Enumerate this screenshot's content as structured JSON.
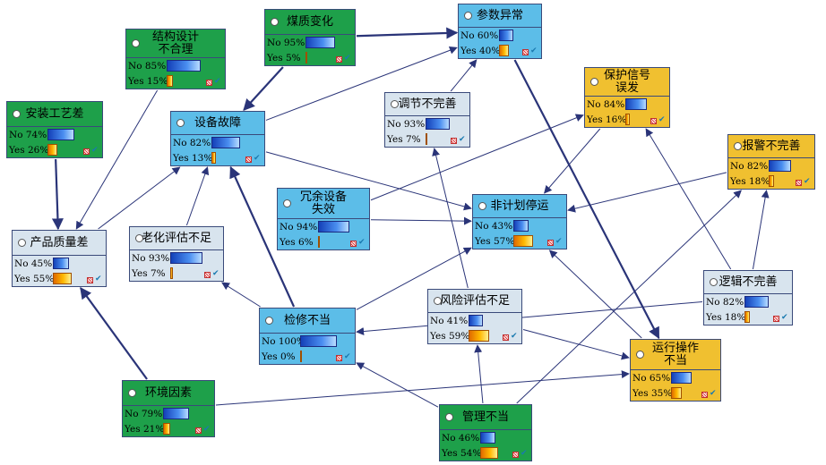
{
  "nodes": [
    {
      "id": "anzhuang",
      "label": "安装工艺差",
      "no": "No 74%",
      "yes": "Yes 26%",
      "no_pct": 74,
      "yes_pct": 26,
      "color": "#1ea04a"
    },
    {
      "id": "jiegou",
      "label": "结构设计\n不合理",
      "no": "No 85%",
      "yes": "Yes 15%",
      "no_pct": 85,
      "yes_pct": 15,
      "color": "#1ea04a"
    },
    {
      "id": "meizhi",
      "label": "煤质变化",
      "no": "No 95%",
      "yes": "Yes 5%",
      "no_pct": 95,
      "yes_pct": 5,
      "color": "#1ea04a"
    },
    {
      "id": "canshu",
      "label": "参数异常",
      "no": "No 60%",
      "yes": "Yes 40%",
      "no_pct": 60,
      "yes_pct": 40,
      "color": "#5cbde8"
    },
    {
      "id": "shebei",
      "label": "设备故障",
      "no": "No 82%",
      "yes": "Yes 13%",
      "no_pct": 82,
      "yes_pct": 13,
      "color": "#5cbde8"
    },
    {
      "id": "tiaojie",
      "label": "调节不完善",
      "no": "No 93%",
      "yes": "Yes 7%",
      "no_pct": 93,
      "yes_pct": 7,
      "color": "#d8e4ee"
    },
    {
      "id": "baohu",
      "label": "保护信号\n误发",
      "no": "No 84%",
      "yes": "Yes 16%",
      "no_pct": 84,
      "yes_pct": 16,
      "color": "#f0c030"
    },
    {
      "id": "baojing",
      "label": "报警不完善",
      "no": "No 82%",
      "yes": "Yes 18%",
      "no_pct": 82,
      "yes_pct": 18,
      "color": "#f0c030"
    },
    {
      "id": "chanpin",
      "label": "产品质量差",
      "no": "No 45%",
      "yes": "Yes 55%",
      "no_pct": 45,
      "yes_pct": 55,
      "color": "#d8e4ee"
    },
    {
      "id": "laohua",
      "label": "老化评估不足",
      "no": "No 93%",
      "yes": "Yes 7%",
      "no_pct": 93,
      "yes_pct": 7,
      "color": "#d8e4ee"
    },
    {
      "id": "rongyu",
      "label": "冗余设备\n失效",
      "no": "No 94%",
      "yes": "Yes 6%",
      "no_pct": 94,
      "yes_pct": 6,
      "color": "#5cbde8"
    },
    {
      "id": "feijihua",
      "label": "非计划停运",
      "no": "No 43%",
      "yes": "Yes 57%",
      "no_pct": 43,
      "yes_pct": 57,
      "color": "#5cbde8"
    },
    {
      "id": "luoji",
      "label": "逻辑不完善",
      "no": "No 82%",
      "yes": "Yes 18%",
      "no_pct": 82,
      "yes_pct": 18,
      "color": "#d8e4ee"
    },
    {
      "id": "jianxiu",
      "label": "检修不当",
      "no": "No 100%",
      "yes": "Yes 0%",
      "no_pct": 100,
      "yes_pct": 0,
      "color": "#5cbde8"
    },
    {
      "id": "fengxian",
      "label": "风险评估不足",
      "no": "No 41%",
      "yes": "Yes 59%",
      "no_pct": 41,
      "yes_pct": 59,
      "color": "#d8e4ee"
    },
    {
      "id": "yunxing",
      "label": "运行操作\n不当",
      "no": "No 65%",
      "yes": "Yes 35%",
      "no_pct": 65,
      "yes_pct": 35,
      "color": "#f0c030"
    },
    {
      "id": "huanjing",
      "label": "环境因素",
      "no": "No 79%",
      "yes": "Yes 21%",
      "no_pct": 79,
      "yes_pct": 21,
      "color": "#1ea04a"
    },
    {
      "id": "guanli",
      "label": "管理不当",
      "no": "No 46%",
      "yes": "Yes 54%",
      "no_pct": 46,
      "yes_pct": 54,
      "color": "#1ea04a"
    }
  ],
  "edges": [
    [
      "anzhuang",
      "chanpin"
    ],
    [
      "jiegou",
      "chanpin"
    ],
    [
      "meizhi",
      "shebei"
    ],
    [
      "meizhi",
      "canshu"
    ],
    [
      "shebei",
      "canshu"
    ],
    [
      "tiaojie",
      "canshu"
    ],
    [
      "canshu",
      "yunxing"
    ],
    [
      "chanpin",
      "shebei"
    ],
    [
      "laohua",
      "shebei"
    ],
    [
      "rongyu",
      "feijihua"
    ],
    [
      "rongyu",
      "baohu"
    ],
    [
      "shebei",
      "feijihua"
    ],
    [
      "baohu",
      "feijihua"
    ],
    [
      "baojing",
      "feijihua"
    ],
    [
      "luoji",
      "baohu"
    ],
    [
      "luoji",
      "baojing"
    ],
    [
      "luoji",
      "jianxiu"
    ],
    [
      "jianxiu",
      "shebei"
    ],
    [
      "jianxiu",
      "feijihua"
    ],
    [
      "jianxiu",
      "laohua"
    ],
    [
      "fengxian",
      "tiaojie"
    ],
    [
      "fengxian",
      "yunxing"
    ],
    [
      "huanjing",
      "chanpin"
    ],
    [
      "huanjing",
      "yunxing"
    ],
    [
      "guanli",
      "jianxiu"
    ],
    [
      "guanli",
      "fengxian"
    ],
    [
      "guanli",
      "baojing"
    ],
    [
      "yunxing",
      "feijihua"
    ]
  ]
}
